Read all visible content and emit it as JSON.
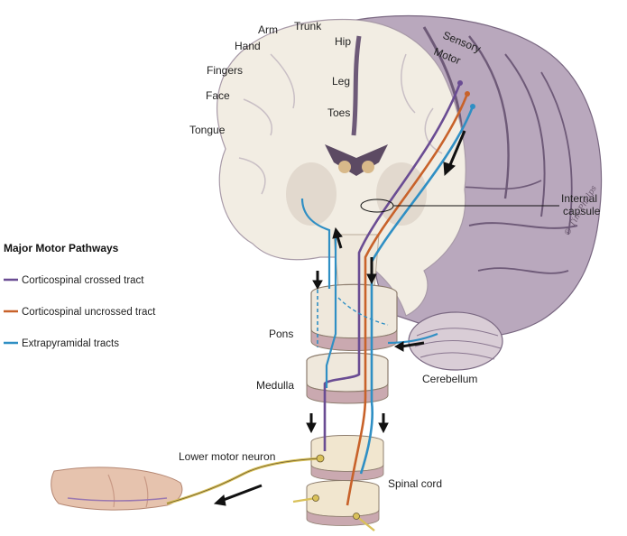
{
  "labels": {
    "arm": "Arm",
    "trunk": "Trunk",
    "hip": "Hip",
    "hand": "Hand",
    "fingers": "Fingers",
    "face": "Face",
    "tongue": "Tongue",
    "leg": "Leg",
    "toes": "Toes",
    "sensory": "Sensory",
    "motor": "Motor",
    "internal_capsule_line1": "Internal",
    "internal_capsule_line2": "capsule",
    "pons": "Pons",
    "medulla": "Medulla",
    "cerebellum": "Cerebellum",
    "lower_motor_neuron": "Lower motor neuron",
    "spinal_cord": "Spinal cord"
  },
  "legend": {
    "title": "Major Motor Pathways",
    "items": [
      {
        "label": "Corticospinal crossed tract",
        "color": "#6a4c93"
      },
      {
        "label": "Corticospinal uncrossed tract",
        "color": "#c8622a"
      },
      {
        "label": "Extrapyramidal tracts",
        "color": "#2f8fc4"
      }
    ]
  },
  "colors": {
    "brain_outer": "#b9a8bd",
    "brain_cut": "#f2ede3",
    "brain_sulci": "#6e5a78",
    "nerve": "#d9c15a",
    "arrow": "#111111"
  },
  "signature": "© Tim Phelps"
}
